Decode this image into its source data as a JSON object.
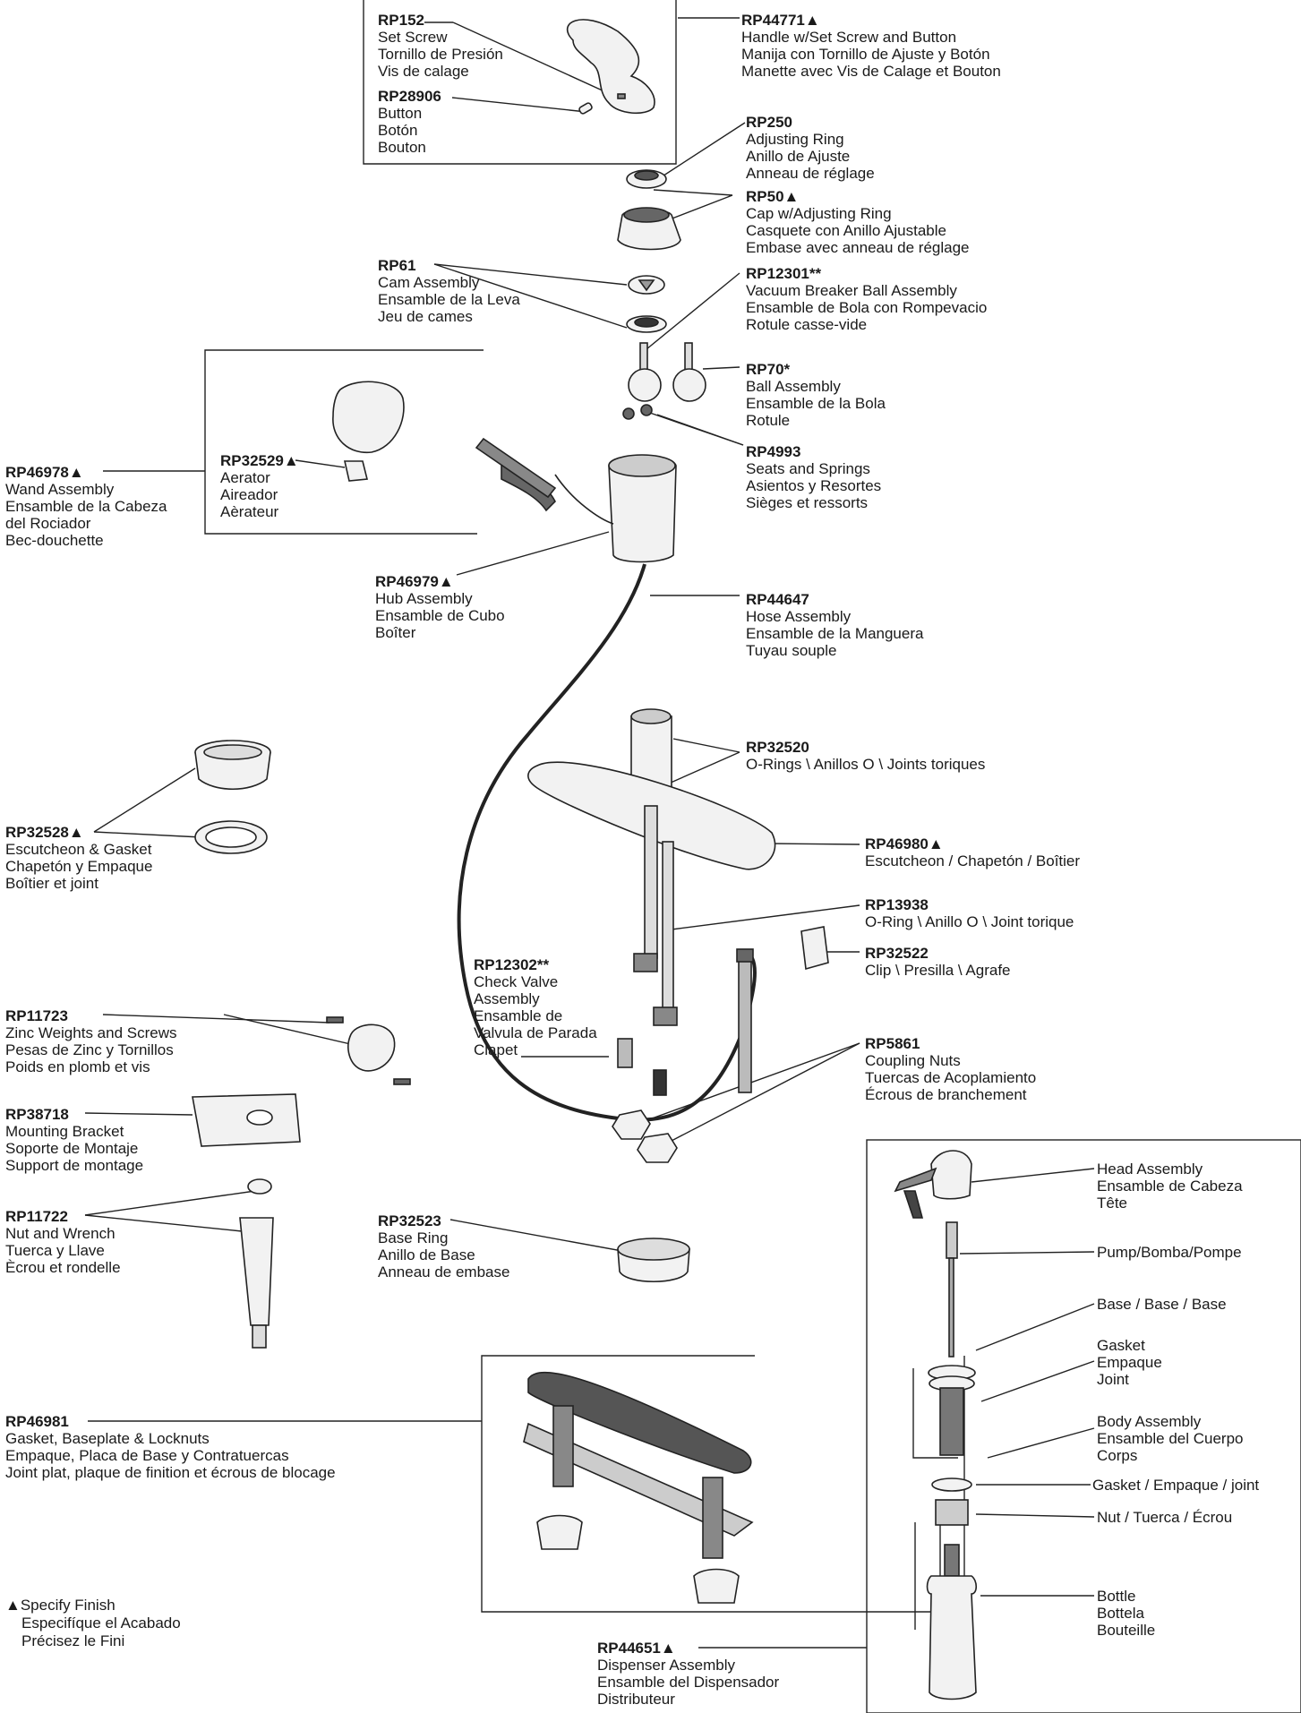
{
  "parts": {
    "rp152": {
      "pn": "RP152",
      "lines": [
        "Set Screw",
        "Tornillo de Presión",
        "Vis de calage"
      ]
    },
    "rp28906": {
      "pn": "RP28906",
      "lines": [
        "Button",
        "Botón",
        "Bouton"
      ]
    },
    "rp44771": {
      "pn": "RP44771▲",
      "lines": [
        "Handle w/Set Screw and Button",
        "Manija con Tornillo de Ajuste y Botón",
        "Manette avec Vis de Calage et Bouton"
      ]
    },
    "rp250": {
      "pn": "RP250",
      "lines": [
        "Adjusting Ring",
        "Anillo de Ajuste",
        "Anneau de réglage"
      ]
    },
    "rp50": {
      "pn": "RP50▲",
      "lines": [
        "Cap w/Adjusting Ring",
        "Casquete con Anillo Ajustable",
        "Embase avec anneau de réglage"
      ]
    },
    "rp61": {
      "pn": "RP61",
      "lines": [
        "Cam Assembly",
        "Ensamble de la Leva",
        "Jeu de cames"
      ]
    },
    "rp12301": {
      "pn": "RP12301**",
      "lines": [
        "Vacuum Breaker Ball Assembly",
        "Ensamble de Bola con Rompevacio",
        "Rotule casse-vide"
      ]
    },
    "rp70": {
      "pn": "RP70*",
      "lines": [
        "Ball Assembly",
        "Ensamble de la Bola",
        "Rotule"
      ]
    },
    "rp4993": {
      "pn": "RP4993",
      "lines": [
        "Seats and Springs",
        "Asientos y Resortes",
        "Sièges et ressorts"
      ]
    },
    "rp46978": {
      "pn": "RP46978▲",
      "lines": [
        "Wand Assembly",
        "Ensamble de la Cabeza",
        "del Rociador",
        "Bec-douchette"
      ]
    },
    "rp32529": {
      "pn": "RP32529▲",
      "lines": [
        "Aerator",
        "Aireador",
        "Aèrateur"
      ]
    },
    "rp46979": {
      "pn": "RP46979▲",
      "lines": [
        "Hub Assembly",
        "Ensamble de Cubo",
        "Boîter"
      ]
    },
    "rp44647": {
      "pn": "RP44647",
      "lines": [
        "Hose Assembly",
        "Ensamble de la Manguera",
        "Tuyau souple"
      ]
    },
    "rp32520": {
      "pn": "RP32520",
      "lines": [
        "O-Rings \\ Anillos O \\ Joints toriques"
      ]
    },
    "rp32528": {
      "pn": "RP32528▲",
      "lines": [
        "Escutcheon & Gasket",
        "Chapetón y Empaque",
        "Boîtier et joint"
      ]
    },
    "rp46980": {
      "pn": "RP46980▲",
      "lines": [
        "Escutcheon / Chapetón / Boîtier"
      ]
    },
    "rp13938": {
      "pn": "RP13938",
      "lines": [
        "O-Ring \\ Anillo O \\ Joint torique"
      ]
    },
    "rp32522": {
      "pn": "RP32522",
      "lines": [
        "Clip \\ Presilla \\ Agrafe"
      ]
    },
    "rp12302": {
      "pn": "RP12302**",
      "lines": [
        "Check Valve",
        "Assembly",
        "Ensamble de",
        "Valvula de Parada",
        "Clapet"
      ]
    },
    "rp11723": {
      "pn": "RP11723",
      "lines": [
        "Zinc Weights and Screws",
        "Pesas de Zinc y Tornillos",
        "Poids en plomb et vis"
      ]
    },
    "rp5861": {
      "pn": "RP5861",
      "lines": [
        "Coupling Nuts",
        "Tuercas de Acoplamiento",
        "Écrous de branchement"
      ]
    },
    "rp38718": {
      "pn": "RP38718",
      "lines": [
        "Mounting Bracket",
        "Soporte de Montaje",
        "Support de montage"
      ]
    },
    "rp11722": {
      "pn": "RP11722",
      "lines": [
        "Nut and Wrench",
        "Tuerca y Llave",
        "Ècrou et rondelle"
      ]
    },
    "rp32523": {
      "pn": "RP32523",
      "lines": [
        "Base Ring",
        "Anillo de Base",
        "Anneau de embase"
      ]
    },
    "rp46981": {
      "pn": "RP46981",
      "lines": [
        "Gasket, Baseplate & Locknuts",
        "Empaque, Placa de Base y Contratuercas",
        "Joint plat, plaque de finition et écrous de blocage"
      ]
    },
    "rp44651": {
      "pn": "RP44651▲",
      "lines": [
        "Dispenser Assembly",
        "Ensamble del Dispensador",
        "Distributeur"
      ]
    }
  },
  "dispenser": {
    "head": [
      "Head Assembly",
      "Ensamble de Cabeza",
      "Tête"
    ],
    "pump": "Pump/Bomba/Pompe",
    "base": "Base / Base / Base",
    "gasket1": [
      "Gasket",
      "Empaque",
      "Joint"
    ],
    "body": [
      "Body Assembly",
      "Ensamble del Cuerpo",
      "Corps"
    ],
    "gasket2": "Gasket / Empaque / joint",
    "nut": "Nut / Tuerca / Écrou",
    "bottle": [
      "Bottle",
      "Bottela",
      "Bouteille"
    ]
  },
  "footnote": [
    "▲Specify Finish",
    "Especifíque el Acabado",
    "Précisez le Fini"
  ]
}
